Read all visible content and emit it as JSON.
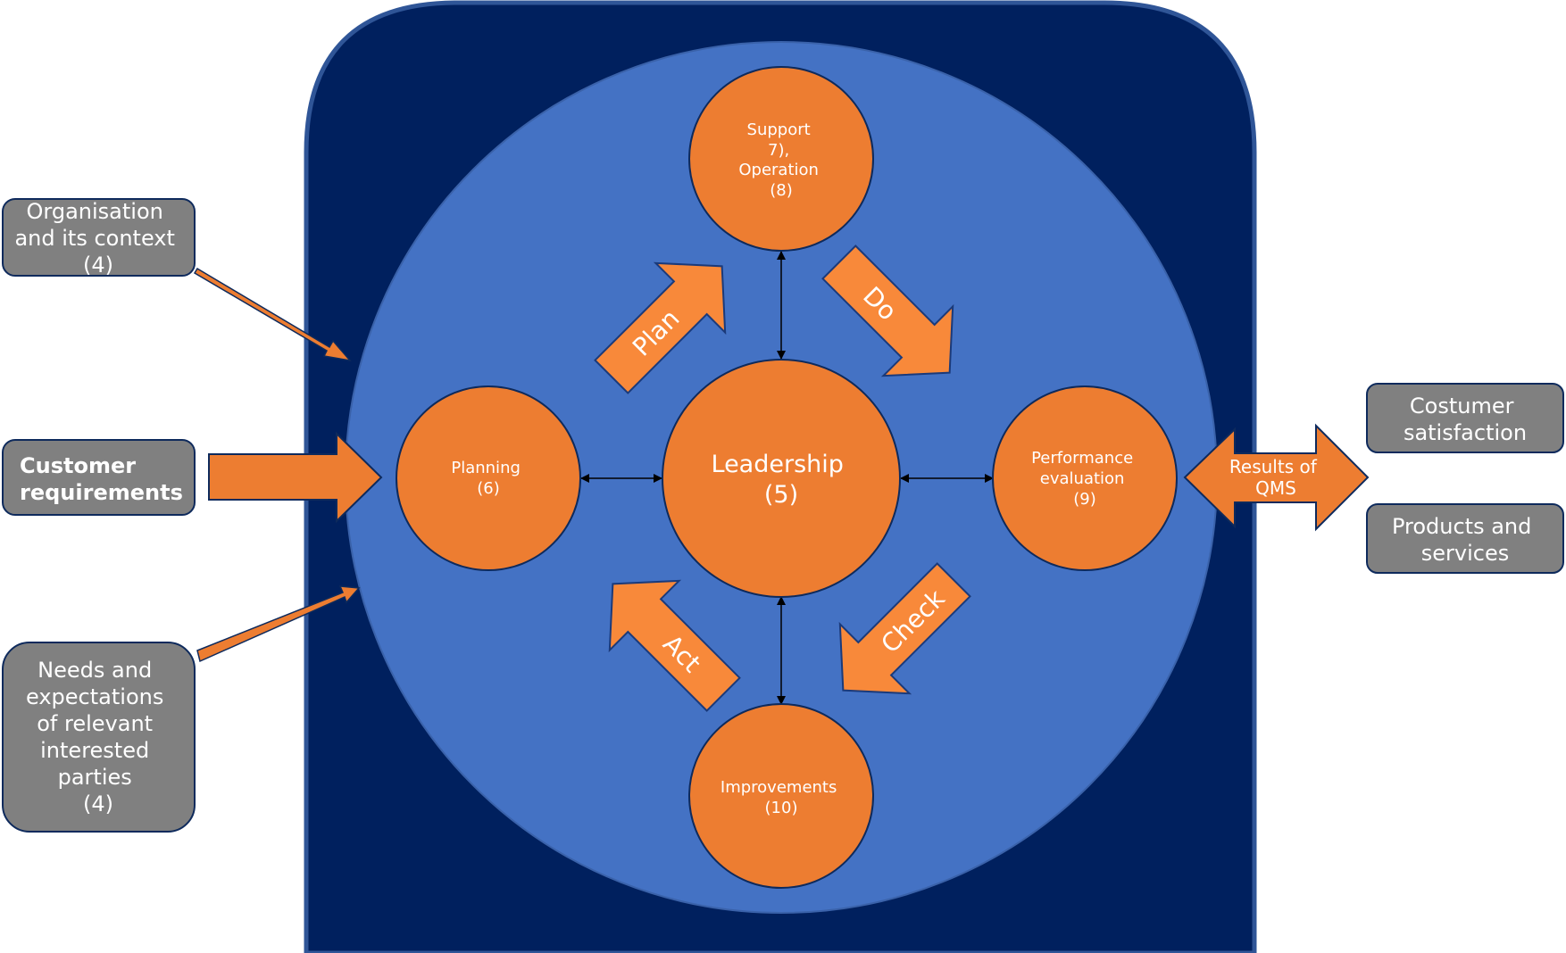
{
  "colors": {
    "outer_fill": "#00205E",
    "outer_stroke": "#2F5597",
    "inner_circle": "#4472C4",
    "node_fill": "#ED7D31",
    "arrow_fill": "#F8893A",
    "box_fill": "#808080",
    "box_stroke": "#0E2A5C",
    "text": "#FFFFFF",
    "connector": "#000000"
  },
  "inputs": {
    "organisation": {
      "lines": [
        "Organisation",
        "and its context",
        "(4)"
      ]
    },
    "customer_requirements": {
      "lines": [
        "Customer",
        "requirements"
      ]
    },
    "needs": {
      "lines": [
        "Needs and",
        "expectations",
        "of relevant",
        "interested",
        "parties",
        "(4)"
      ]
    }
  },
  "outputs": {
    "satisfaction": {
      "lines": [
        "Costumer",
        "satisfaction"
      ]
    },
    "products": {
      "lines": [
        "Products and",
        "services"
      ]
    }
  },
  "nodes": {
    "support": {
      "lines": [
        "Support",
        "7),",
        "Operation",
        "(8)"
      ]
    },
    "planning": {
      "lines": [
        "Planning",
        "(6)"
      ]
    },
    "leadership": {
      "lines": [
        "Leadership",
        "(5)"
      ]
    },
    "performance": {
      "lines": [
        "Performance",
        "evaluation",
        "(9)"
      ]
    },
    "improvements": {
      "lines": [
        "Improvements",
        "(10)"
      ]
    }
  },
  "pdca": {
    "plan": "Plan",
    "do": "Do",
    "check": "Check",
    "act": "Act"
  },
  "results_arrow": {
    "lines": [
      "Results of",
      "QMS"
    ]
  }
}
